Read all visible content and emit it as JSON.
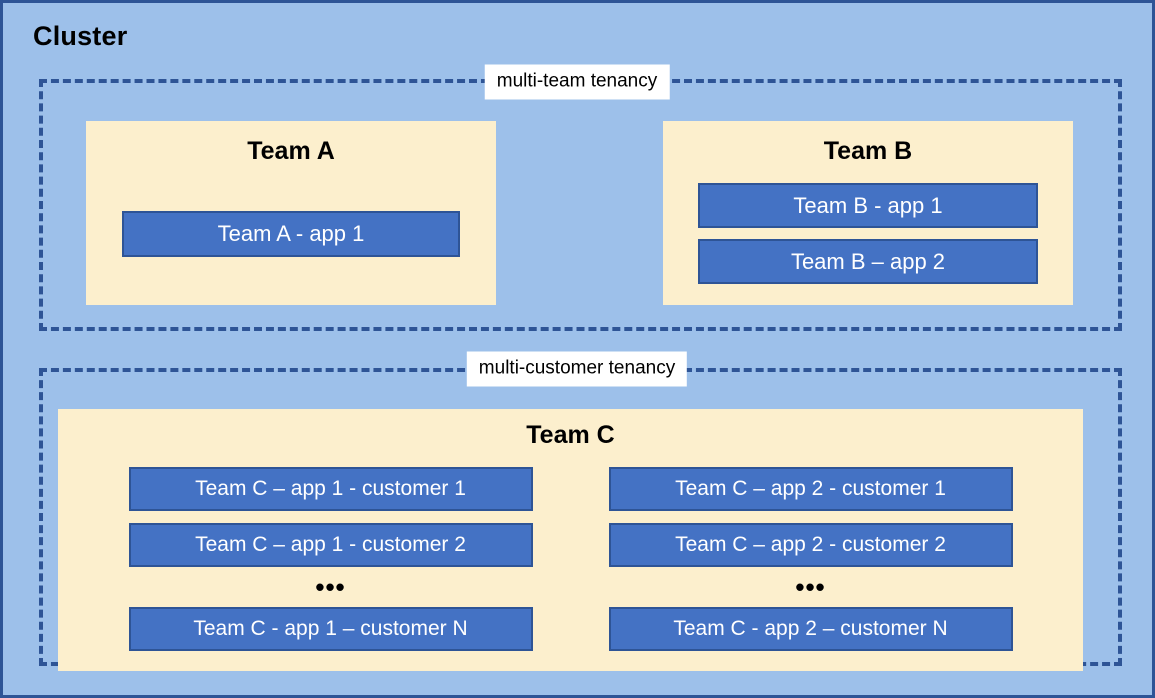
{
  "cluster": {
    "title": "Cluster",
    "background_color": "#9DC0EA",
    "border_color": "#2E5496"
  },
  "colors": {
    "cluster_background": "#9DC0EA",
    "zone_border": "#2E5496",
    "team_panel": "#FCEFCD",
    "app_fill": "#4472C4",
    "app_border": "#2E5496",
    "app_text": "#FFFFFF",
    "label_background": "#FFFFFF",
    "text": "#000000"
  },
  "zones": [
    {
      "id": "multi-team",
      "label": "multi-team tenancy",
      "teams": [
        {
          "id": "team-a",
          "title": "Team A",
          "apps": [
            {
              "label": "Team A - app 1"
            }
          ]
        },
        {
          "id": "team-b",
          "title": "Team B",
          "apps": [
            {
              "label": "Team B - app 1"
            },
            {
              "label": "Team B – app 2"
            }
          ]
        }
      ]
    },
    {
      "id": "multi-customer",
      "label": "multi-customer tenancy",
      "teams": [
        {
          "id": "team-c",
          "title": "Team C",
          "columns": [
            {
              "id": "team-c-app-1",
              "apps": [
                {
                  "label": "Team C – app 1 - customer 1"
                },
                {
                  "label": "Team C – app 1 - customer 2"
                }
              ],
              "ellipsis": "•••",
              "last_app": {
                "label": "Team C - app 1 – customer N"
              }
            },
            {
              "id": "team-c-app-2",
              "apps": [
                {
                  "label": "Team C – app 2 - customer 1"
                },
                {
                  "label": "Team C – app 2 - customer 2"
                }
              ],
              "ellipsis": "•••",
              "last_app": {
                "label": "Team C - app 2 – customer N"
              }
            }
          ]
        }
      ]
    }
  ]
}
